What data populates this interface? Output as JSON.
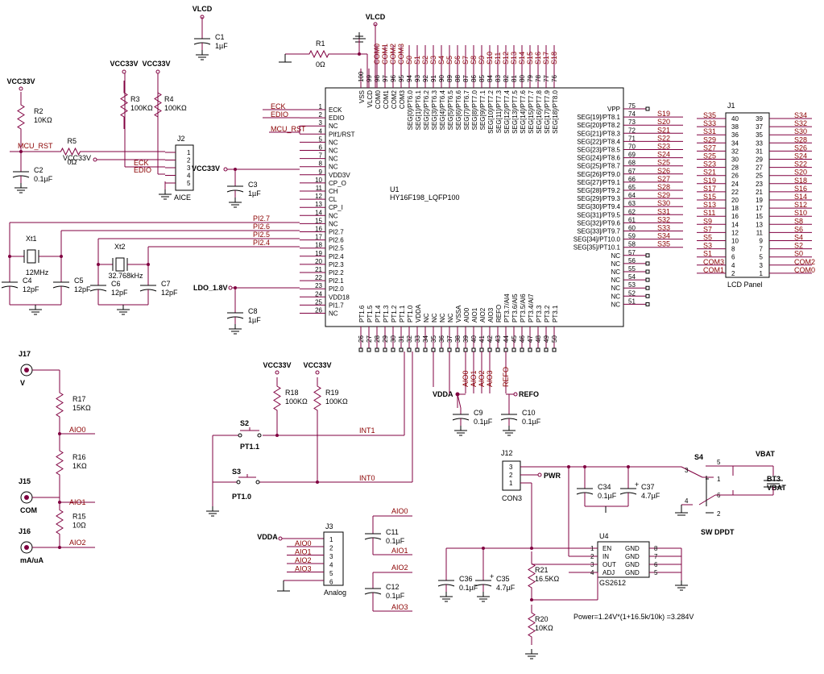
{
  "power": {
    "vlcd": "VLCD",
    "vcc33": "VCC33V",
    "vdda": "VDDA",
    "vbat": "VBAT",
    "ldo": "LDO_1.8V",
    "refo": "REFO",
    "pwr": "PWR"
  },
  "u1": {
    "ref": "U1",
    "part": "HY16F198_LQFP100"
  },
  "u1_left_pins": [
    {
      "n": "1",
      "name": "ECK"
    },
    {
      "n": "2",
      "name": "EDIO"
    },
    {
      "n": "3",
      "name": "NC"
    },
    {
      "n": "4",
      "name": "PIf1/RST"
    },
    {
      "n": "5",
      "name": "NC"
    },
    {
      "n": "6",
      "name": "NC"
    },
    {
      "n": "7",
      "name": "NC"
    },
    {
      "n": "8",
      "name": "NC"
    },
    {
      "n": "9",
      "name": "VDD3V"
    },
    {
      "n": "10",
      "name": "CP_O"
    },
    {
      "n": "11",
      "name": "CH"
    },
    {
      "n": "12",
      "name": "CL"
    },
    {
      "n": "13",
      "name": "CP_I"
    },
    {
      "n": "14",
      "name": "NC"
    },
    {
      "n": "15",
      "name": "NC"
    },
    {
      "n": "16",
      "name": "PI2.7"
    },
    {
      "n": "17",
      "name": "PI2.6"
    },
    {
      "n": "18",
      "name": "PI2.5"
    },
    {
      "n": "19",
      "name": "PI2.4"
    },
    {
      "n": "20",
      "name": "PI2.3"
    },
    {
      "n": "21",
      "name": "PI2.2"
    },
    {
      "n": "22",
      "name": "PI2.1"
    },
    {
      "n": "23",
      "name": "PI2.0"
    },
    {
      "n": "24",
      "name": "VDD18"
    },
    {
      "n": "25",
      "name": "PI1.7"
    }
  ],
  "u1_left_last": "NC",
  "u1_right_pins": [
    {
      "n": "75",
      "name": "VPP",
      "net": ""
    },
    {
      "n": "74",
      "name": "SEG[19]/PT8.1",
      "net": "S19"
    },
    {
      "n": "73",
      "name": "SEG[20]/PT8.2",
      "net": "S20"
    },
    {
      "n": "72",
      "name": "SEG[21]/PT8.3",
      "net": "S21"
    },
    {
      "n": "71",
      "name": "SEG[22]/PT8.4",
      "net": "S22"
    },
    {
      "n": "70",
      "name": "SEG[23]/PT8.5",
      "net": "S23"
    },
    {
      "n": "69",
      "name": "SEG[24]/PT8.6",
      "net": "S24"
    },
    {
      "n": "68",
      "name": "SEG[25]/PT8.7",
      "net": "S25"
    },
    {
      "n": "67",
      "name": "SEG[26]/PT9.0",
      "net": "S26"
    },
    {
      "n": "66",
      "name": "SEG[27]/PT9.1",
      "net": "S27"
    },
    {
      "n": "65",
      "name": "SEG[28]/PT9.2",
      "net": "S28"
    },
    {
      "n": "64",
      "name": "SEG[29]/PT9.3",
      "net": "S29"
    },
    {
      "n": "63",
      "name": "SEG[30]/PT9.4",
      "net": "S30"
    },
    {
      "n": "62",
      "name": "SEG[31]/PT9.5",
      "net": "S31"
    },
    {
      "n": "61",
      "name": "SEG[32]/PT9.6",
      "net": "S32"
    },
    {
      "n": "60",
      "name": "SEG[33]/PT9.7",
      "net": "S33"
    },
    {
      "n": "59",
      "name": "SEG[34]/PT10.0",
      "net": "S34"
    },
    {
      "n": "58",
      "name": "SEG[35]/PT10.1",
      "net": "S35"
    },
    {
      "n": "57",
      "name": "NC",
      "net": ""
    },
    {
      "n": "56",
      "name": "NC",
      "net": ""
    },
    {
      "n": "55",
      "name": "NC",
      "net": ""
    },
    {
      "n": "54",
      "name": "NC",
      "net": ""
    },
    {
      "n": "53",
      "name": "NC",
      "net": ""
    },
    {
      "n": "52",
      "name": "NC",
      "net": ""
    },
    {
      "n": "51",
      "name": "NC",
      "net": ""
    }
  ],
  "u1_top_nets": [
    "COM0",
    "COM1",
    "COM2",
    "COM3",
    "S0",
    "S1",
    "S2",
    "S3",
    "S4",
    "S5",
    "S6",
    "S7",
    "S8",
    "S9",
    "S10",
    "S11",
    "S12",
    "S13",
    "S14",
    "S15",
    "S16",
    "S17",
    "S18"
  ],
  "u1_bottom_nets": [
    "AIO0",
    "AIO1",
    "AIO2",
    "AIO3",
    "REFO"
  ],
  "caps": {
    "c1": {
      "ref": "C1",
      "val": "1µF"
    },
    "c2": {
      "ref": "C2",
      "val": "0.1µF"
    },
    "c3": {
      "ref": "C3",
      "val": "1µF"
    },
    "c4": {
      "ref": "C4",
      "val": "12pF"
    },
    "c5": {
      "ref": "C5",
      "val": "12pF"
    },
    "c6": {
      "ref": "C6",
      "val": "12pF"
    },
    "c7": {
      "ref": "C7",
      "val": "12pF"
    },
    "c8": {
      "ref": "C8",
      "val": "1µF"
    },
    "c9": {
      "ref": "C9",
      "val": "0.1µF"
    },
    "c10": {
      "ref": "C10",
      "val": "0.1µF"
    },
    "c11": {
      "ref": "C11",
      "val": "0.1µF"
    },
    "c12": {
      "ref": "C12",
      "val": "0.1µF"
    },
    "c34": {
      "ref": "C34",
      "val": "0.1µF"
    },
    "c35": {
      "ref": "C35",
      "val": "4.7µF"
    },
    "c36": {
      "ref": "C36",
      "val": "0.1µF"
    },
    "c37": {
      "ref": "C37",
      "val": "4.7µF"
    }
  },
  "res": {
    "r1": {
      "ref": "R1",
      "val": "0Ω"
    },
    "r2": {
      "ref": "R2",
      "val": "10KΩ"
    },
    "r3": {
      "ref": "R3",
      "val": "100KΩ"
    },
    "r4": {
      "ref": "R4",
      "val": "100KΩ"
    },
    "r5": {
      "ref": "R5",
      "val": "0Ω"
    },
    "r15": {
      "ref": "R15",
      "val": "10Ω"
    },
    "r16": {
      "ref": "R16",
      "val": "1KΩ"
    },
    "r17": {
      "ref": "R17",
      "val": "15KΩ"
    },
    "r18": {
      "ref": "R18",
      "val": "100KΩ"
    },
    "r19": {
      "ref": "R19",
      "val": "100KΩ"
    },
    "r20": {
      "ref": "R20",
      "val": "10KΩ"
    },
    "r21": {
      "ref": "R21",
      "val": "16.5KΩ"
    }
  },
  "xtal": {
    "x1": {
      "ref": "Xt1",
      "val": "12MHz"
    },
    "x2": {
      "ref": "Xt2",
      "val": "32.768kHz"
    }
  },
  "j2": {
    "ref": "J2",
    "name": "AICE",
    "pins": [
      "1",
      "2",
      "3",
      "4",
      "5"
    ],
    "nets": [
      "MCU_RST",
      "VCC33V",
      "ECK",
      "EDIO"
    ]
  },
  "j1": {
    "ref": "J1",
    "name": "LCD Panel",
    "left_nets": [
      "S35",
      "S33",
      "S31",
      "S29",
      "S27",
      "S25",
      "S23",
      "S21",
      "S19",
      "S17",
      "S15",
      "S13",
      "S11",
      "S9",
      "S7",
      "S5",
      "S3",
      "S1",
      "COM3",
      "COM1"
    ],
    "left_pins": [
      "40",
      "38",
      "36",
      "34",
      "32",
      "30",
      "28",
      "26",
      "24",
      "22",
      "20",
      "18",
      "16",
      "14",
      "12",
      "10",
      "8",
      "6",
      "4",
      "2"
    ],
    "right_pins": [
      "39",
      "37",
      "35",
      "33",
      "31",
      "29",
      "27",
      "25",
      "23",
      "21",
      "19",
      "17",
      "15",
      "13",
      "11",
      "9",
      "7",
      "5",
      "3",
      "1"
    ],
    "right_nets": [
      "S34",
      "S32",
      "S30",
      "S28",
      "S26",
      "S24",
      "S22",
      "S20",
      "S18",
      "S16",
      "S14",
      "S12",
      "S10",
      "S8",
      "S6",
      "S4",
      "S2",
      "S0",
      "COM2",
      "COM0"
    ]
  },
  "j3": {
    "ref": "J3",
    "name": "Analog",
    "pins": [
      "1",
      "2",
      "3",
      "4",
      "5",
      "6"
    ],
    "nets": [
      "AIO0",
      "AIO1",
      "AIO2",
      "AIO3"
    ]
  },
  "j12": {
    "ref": "J12",
    "name": "CON3",
    "pins": [
      "3",
      "2",
      "1"
    ]
  },
  "inputs": {
    "j17": {
      "ref": "J17",
      "label": "V"
    },
    "j15": {
      "ref": "J15",
      "label": "COM"
    },
    "j16": {
      "ref": "J16",
      "label": "mA/uA"
    }
  },
  "switches": {
    "s2": {
      "ref": "S2",
      "label": "PT1.1",
      "net": "INT1"
    },
    "s3": {
      "ref": "S3",
      "label": "PT1.0",
      "net": "INT0"
    },
    "s4": {
      "ref": "S4",
      "label": "SW DPDT",
      "pins": [
        "3",
        "5",
        "1",
        "4",
        "6",
        "2"
      ]
    }
  },
  "bt3": {
    "ref": "BT3",
    "val": "VBAT"
  },
  "u4": {
    "ref": "U4",
    "part": "GS2612",
    "left": [
      {
        "n": "1",
        "name": "EN"
      },
      {
        "n": "2",
        "name": "IN"
      },
      {
        "n": "3",
        "name": "OUT"
      },
      {
        "n": "4",
        "name": "ADJ"
      }
    ],
    "right": [
      {
        "n": "8",
        "name": "GND"
      },
      {
        "n": "7",
        "name": "GND"
      },
      {
        "n": "6",
        "name": "GND"
      },
      {
        "n": "5",
        "name": "GND"
      }
    ]
  },
  "formula": "Power=1.24V*(1+16.5k/10k) =3.284V",
  "misc": {
    "r5net": "MCU_RST",
    "pin100": "100",
    "pin26": "26",
    "pins_top_range": "76-99",
    "pin50": "50"
  }
}
